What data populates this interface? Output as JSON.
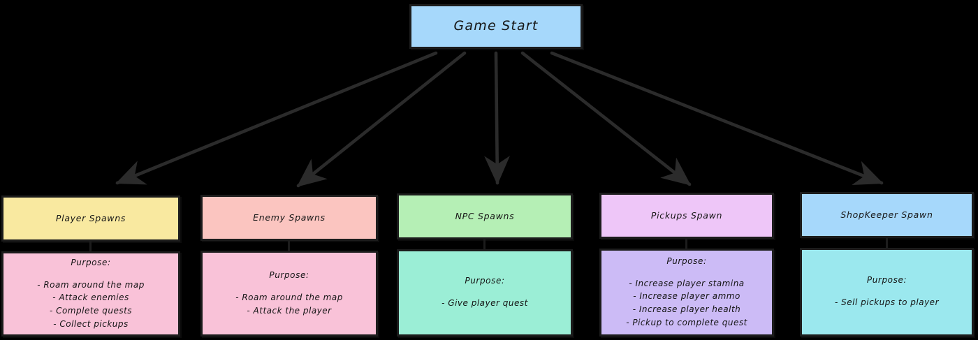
{
  "diagram": {
    "title": "Game Start",
    "type": "flowchart",
    "root": {
      "label": "Game Start",
      "color": "#A6D8FB"
    },
    "branches": [
      {
        "id": "player",
        "head_label": "Player Spawns",
        "head_color": "#F9E9A0",
        "purpose_color": "#F9C2D8",
        "purpose_title": "Purpose:",
        "purpose_items": [
          "- Roam around the map",
          "- Attack enemies",
          "- Complete quests",
          "- Collect pickups"
        ]
      },
      {
        "id": "enemy",
        "head_label": "Enemy Spawns",
        "head_color": "#FBC5C0",
        "purpose_color": "#F9C2D8",
        "purpose_title": "Purpose:",
        "purpose_items": [
          "- Roam around the map",
          "- Attack the player"
        ]
      },
      {
        "id": "npc",
        "head_label": "NPC Spawns",
        "head_color": "#B5EFB5",
        "purpose_color": "#9BEED6",
        "purpose_title": "Purpose:",
        "purpose_items": [
          "- Give player quest"
        ]
      },
      {
        "id": "pickups",
        "head_label": "Pickups Spawn",
        "head_color": "#EEC6F8",
        "purpose_color": "#CCBBF6",
        "purpose_title": "Purpose:",
        "purpose_items": [
          "- Increase player stamina",
          "- Increase player ammo",
          "- Increase player health",
          "- Pickup to complete quest"
        ]
      },
      {
        "id": "shopkeeper",
        "head_label": "ShopKeeper Spawn",
        "head_color": "#A6D8FB",
        "purpose_color": "#9BE8EE",
        "purpose_title": "Purpose:",
        "purpose_items": [
          "- Sell pickups to player"
        ]
      }
    ],
    "edge_color": "#2b2b2b",
    "background": "#000000"
  }
}
